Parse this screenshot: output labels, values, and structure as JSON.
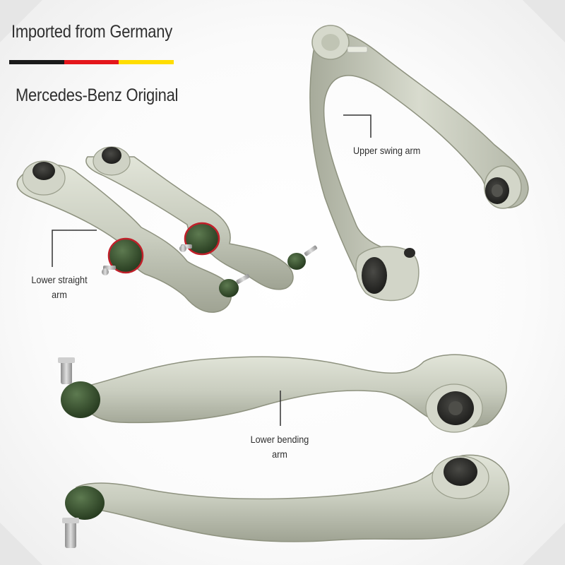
{
  "banner": {
    "headline": "Imported from Germany",
    "subline": "Mercedes-Benz Original",
    "flag_colors": [
      "#1a1a1a",
      "#e4161b",
      "#ffdd00"
    ]
  },
  "callouts": {
    "upper_swing_arm": "Upper swing arm",
    "lower_straight_arm": [
      "Lower straight",
      "arm"
    ],
    "lower_bending_arm": [
      "Lower bending",
      "arm"
    ]
  },
  "colors": {
    "aluminum": "#c9cdbf",
    "aluminum_shadow": "#9fa393",
    "bushing_dark": "#2a2a28",
    "ball_joint_green": "#3b5a32",
    "ball_joint_ring": "#c0202a",
    "stud_steel": "#b8b8b8"
  }
}
